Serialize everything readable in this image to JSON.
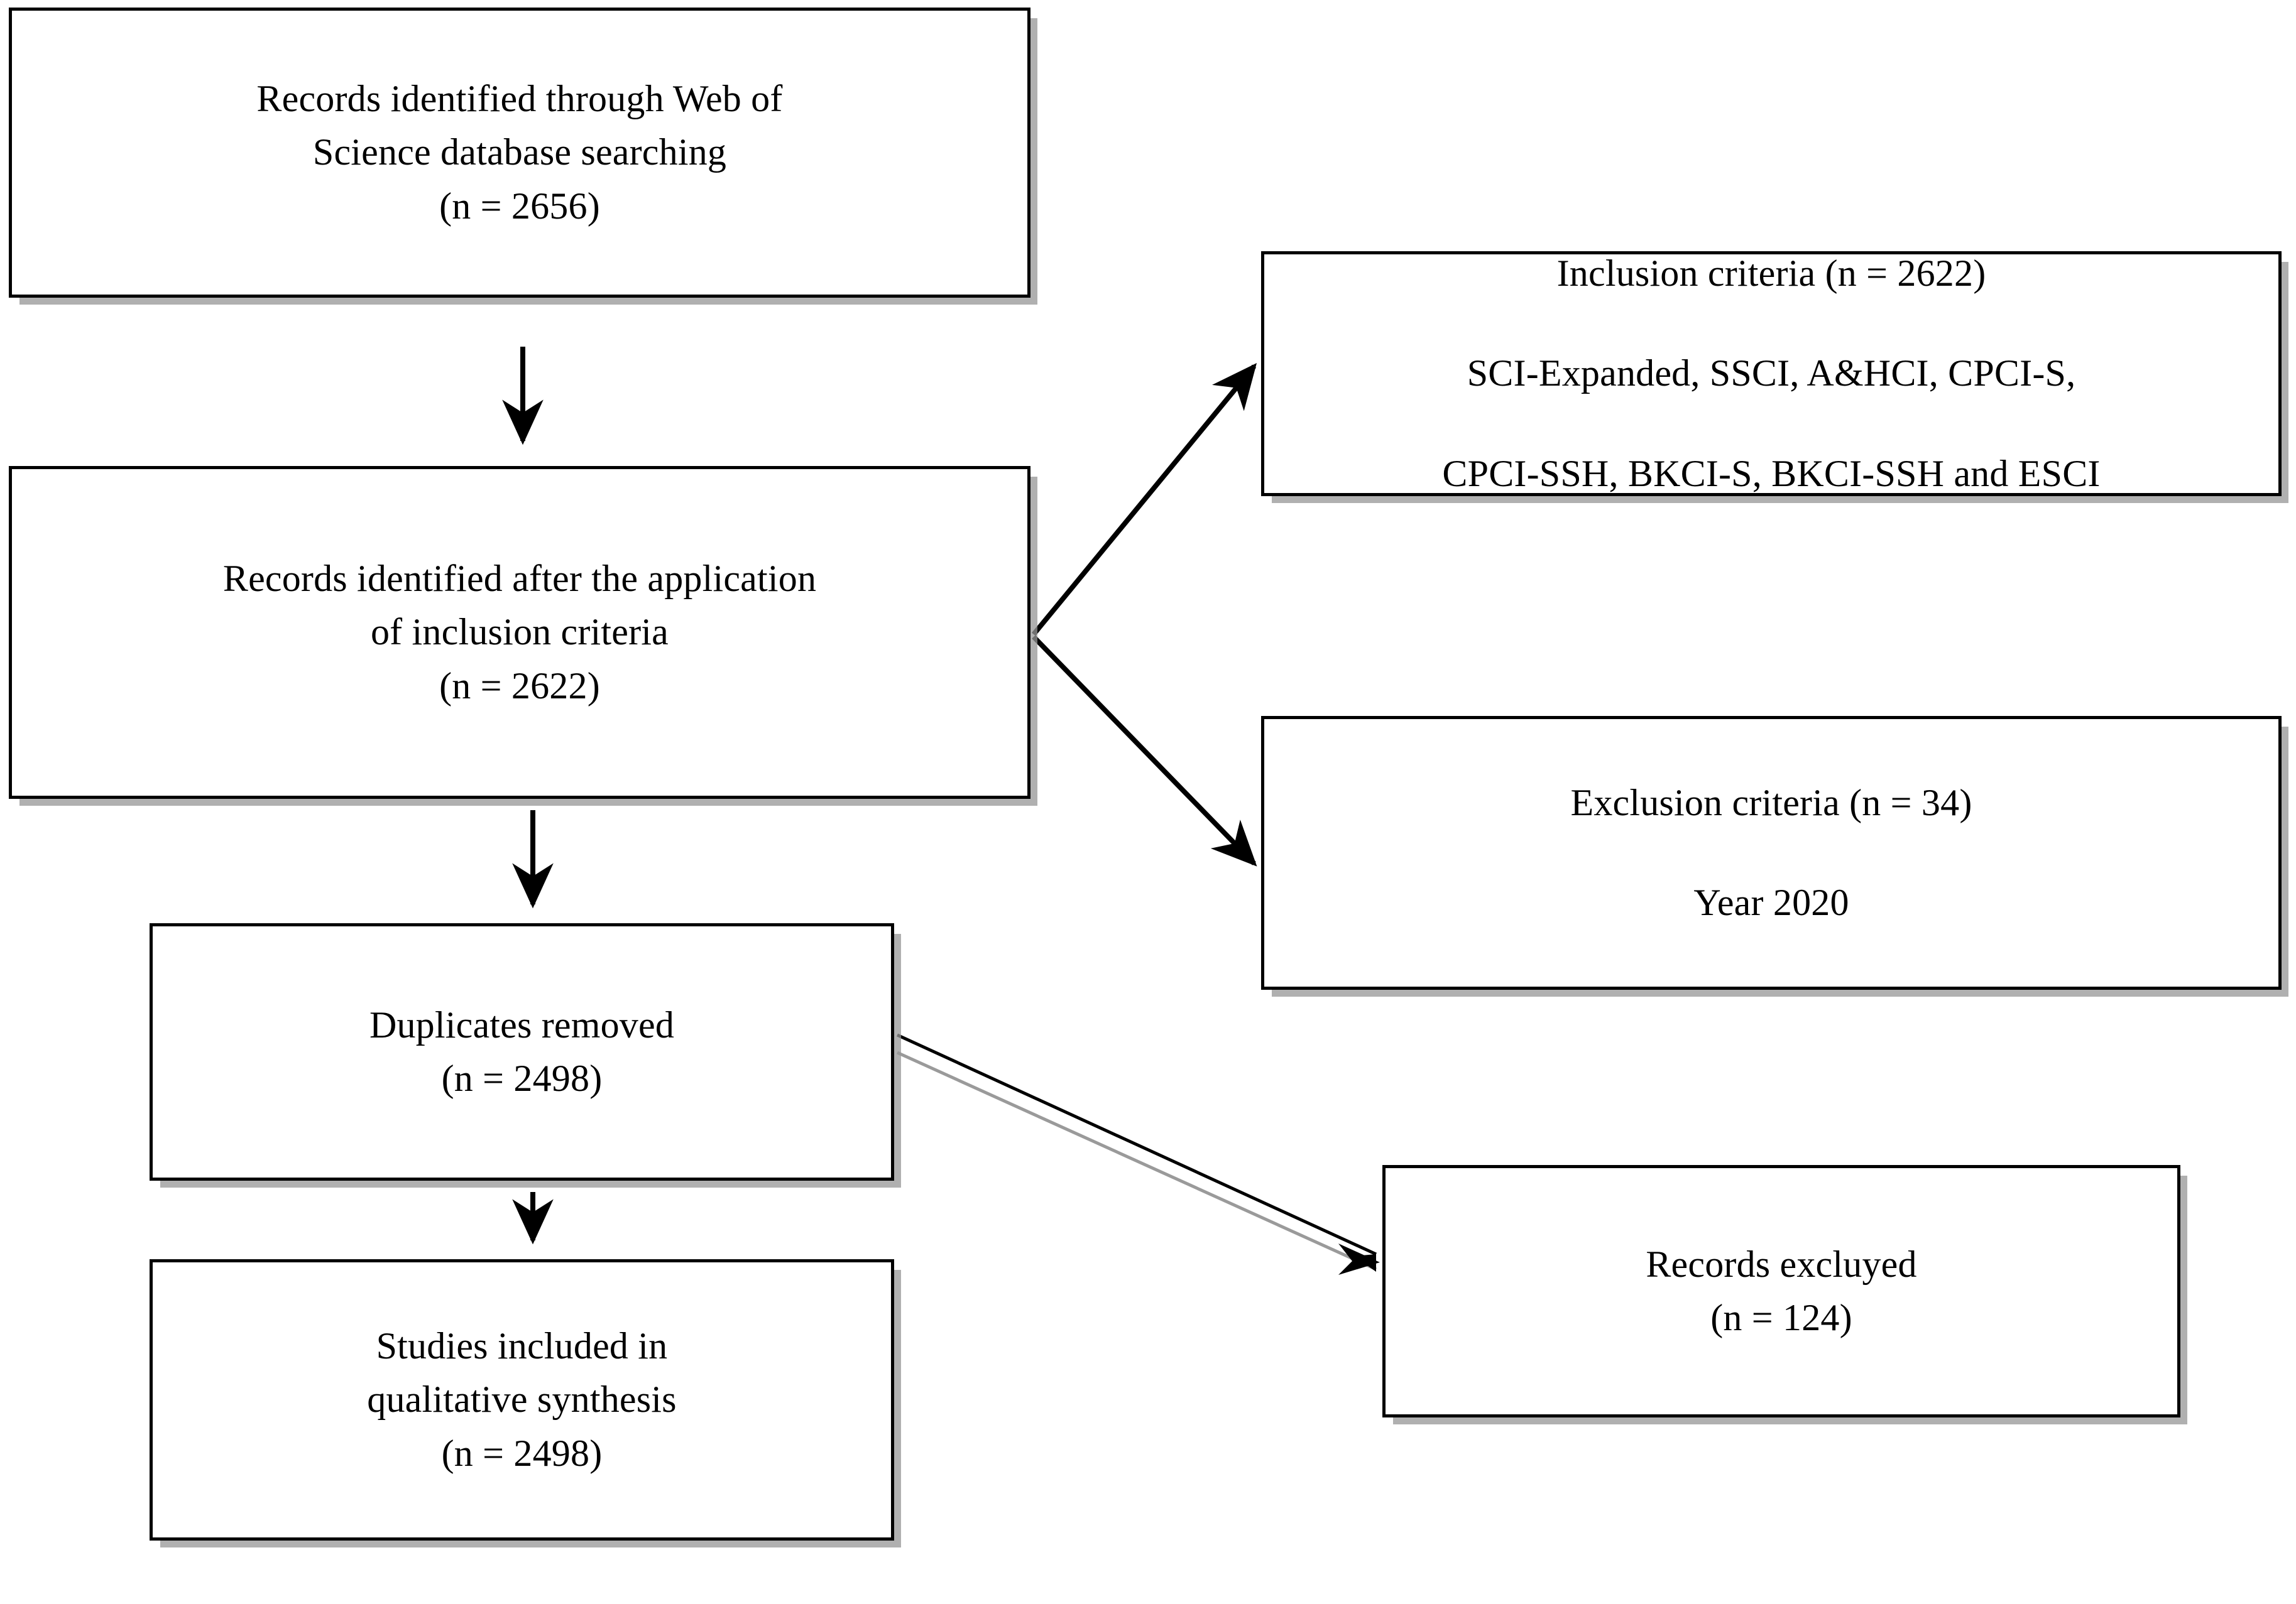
{
  "diagram": {
    "type": "prisma-flow-diagram",
    "title": "",
    "background_color": "#ffffff",
    "box_border_color": "#000000",
    "box_fill_color": "#ffffff",
    "shadow_color": "#969696",
    "arrow_color": "#000000"
  },
  "nodes": {
    "records_identified": {
      "id": "records-identified",
      "lines": [
        "Records identified through Web of",
        "Science database searching",
        "(n = 2656)"
      ],
      "count_label": "n = 2656",
      "count": 2656
    },
    "after_inclusion": {
      "id": "records-after-inclusion-criteria",
      "lines": [
        "Records identified after the application",
        "of inclusion criteria",
        "(n = 2622)"
      ],
      "count_label": "n = 2622",
      "count": 2622
    },
    "duplicates_removed": {
      "id": "duplicates-removed",
      "lines": [
        "Duplicates removed",
        "(n = 2498)"
      ],
      "count_label": "n = 2498",
      "count": 2498
    },
    "studies_included": {
      "id": "studies-included-qualitative-synthesis",
      "lines": [
        "Studies included in",
        "qualitative synthesis",
        "(n = 2498)"
      ],
      "count_label": "n = 2498",
      "count": 2498
    },
    "inclusion_criteria": {
      "id": "inclusion-criteria",
      "lines": [
        "Inclusion criteria (n = 2622)",
        "SCI-Expanded, SSCI, A&HCI, CPCI-S,",
        "CPCI-SSH, BKCI-S, BKCI-SSH and ESCI"
      ],
      "count_label": "n = 2622",
      "count": 2622
    },
    "exclusion_criteria": {
      "id": "exclusion-criteria",
      "lines": [
        "Exclusion criteria (n = 34)",
        "Year 2020"
      ],
      "count_label": "n = 34",
      "count": 34
    },
    "records_excluded": {
      "id": "records-excluyed",
      "lines": [
        "Records excluyed",
        "(n = 124)"
      ],
      "count_label": "n = 124",
      "count": 124
    }
  },
  "edges": [
    {
      "id": "edge-identified-to-after-inclusion",
      "from": "records_identified",
      "to": "after_inclusion",
      "style": "solid-arrow",
      "direction": "down"
    },
    {
      "id": "edge-after-inclusion-to-inclusion-criteria",
      "from": "after_inclusion",
      "to": "inclusion_criteria",
      "style": "solid-arrow",
      "direction": "up-right"
    },
    {
      "id": "edge-after-inclusion-to-exclusion-criteria",
      "from": "after_inclusion",
      "to": "exclusion_criteria",
      "style": "solid-arrow",
      "direction": "down-right"
    },
    {
      "id": "edge-after-inclusion-to-duplicates",
      "from": "after_inclusion",
      "to": "duplicates_removed",
      "style": "solid-arrow",
      "direction": "down"
    },
    {
      "id": "edge-duplicates-to-records-excluded",
      "from": "duplicates_removed",
      "to": "records_excluded",
      "style": "open-arrow",
      "direction": "down-right"
    },
    {
      "id": "edge-duplicates-to-studies-included",
      "from": "duplicates_removed",
      "to": "studies_included",
      "style": "solid-arrow",
      "direction": "down"
    }
  ]
}
